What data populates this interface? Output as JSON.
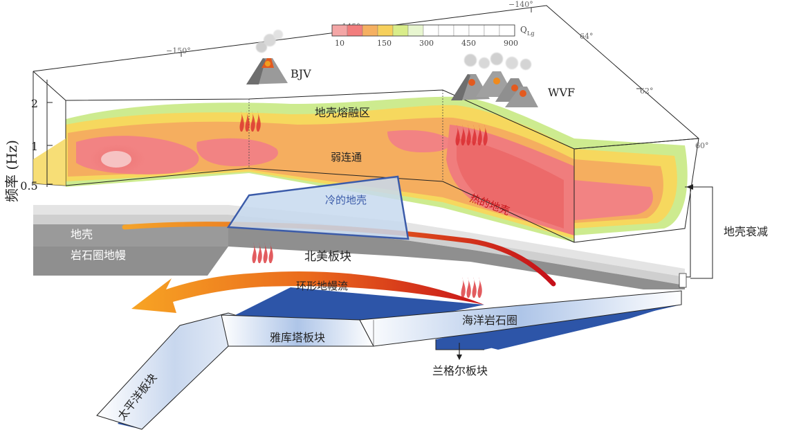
{
  "map_labels": {
    "lon_150": "−150°",
    "lon_145": "−145°",
    "lon_140": "−140°",
    "lat_64": "64°",
    "lat_62": "62°",
    "lat_60": "60°"
  },
  "colorbar": {
    "title": "Q",
    "title_sub": "Lg",
    "ticks": [
      "10",
      "150",
      "300",
      "450",
      "900"
    ],
    "colors": [
      "#f4a6a6",
      "#f27d7d",
      "#f5b061",
      "#f6d05c",
      "#d9ed8a",
      "#e8f6d0",
      "#ffffff",
      "#ffffff",
      "#ffffff",
      "#ffffff",
      "#ffffff",
      "#ffffff"
    ]
  },
  "y_axis": {
    "label": "频率 (Hz)",
    "ticks": [
      "2",
      "1",
      "0.5"
    ]
  },
  "volcanoes": {
    "bjv": "BJV",
    "wvf": "WVF"
  },
  "regions": {
    "crust_melt_zone": "地壳熔融区",
    "weak_connectivity": "弱连通",
    "cold_crust": "冷的地壳",
    "hot_crust": "热的地壳"
  },
  "layers": {
    "crust": "地壳",
    "lithospheric_mantle": "岩石圈地幔",
    "north_american_plate": "北美板块",
    "toroidal_flow": "环形地幔流",
    "oceanic_lithosphere": "海洋岩石圈",
    "yakutat_plate": "雅库塔板块",
    "pacific_plate": "太平洋板块",
    "wrangell_plate": "兰格尔板块"
  },
  "annotation": {
    "crust_attenuation": "地壳衰减"
  },
  "colors": {
    "cold_blue": "#3b5ba9",
    "slab_blue": "#2d55a8",
    "hot_red": "#d8261f",
    "crust_gray": "#d9d9d9",
    "mantle_gray": "#8e8e8e",
    "flow_orange": "#f08a1c"
  }
}
